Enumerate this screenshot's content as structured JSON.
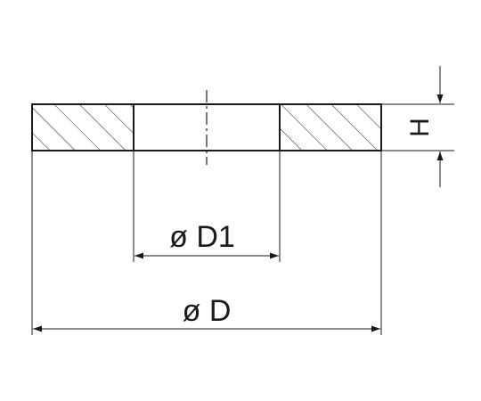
{
  "drawing": {
    "labels": {
      "inner_diameter": "ø D1",
      "outer_diameter": "ø D",
      "height": "H"
    },
    "colors": {
      "line": "#1a1a1a",
      "hatch": "#1a1a1a",
      "background": "#ffffff"
    }
  }
}
